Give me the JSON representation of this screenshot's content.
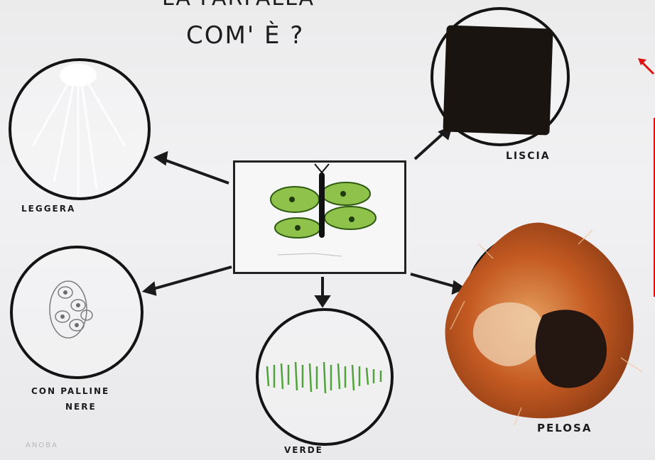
{
  "poster": {
    "title_line1": "LA FARFALLA",
    "title_line2": "COM' È ?",
    "labels": {
      "leggera": "LEGGERA",
      "liscia": "LISCIA",
      "con_palline_nere_1": "CON PALLINE",
      "con_palline_nere_2": "NERE",
      "verde": "VERDE",
      "pelosa": "PELOSA",
      "corner_mark": "ANOBA"
    }
  },
  "colors": {
    "paper": "#eeeef0",
    "ink": "#141414",
    "butterfly_green": "#8fc24a",
    "fur_orange": "#c8672a",
    "annotation_red": "#dd1111"
  }
}
